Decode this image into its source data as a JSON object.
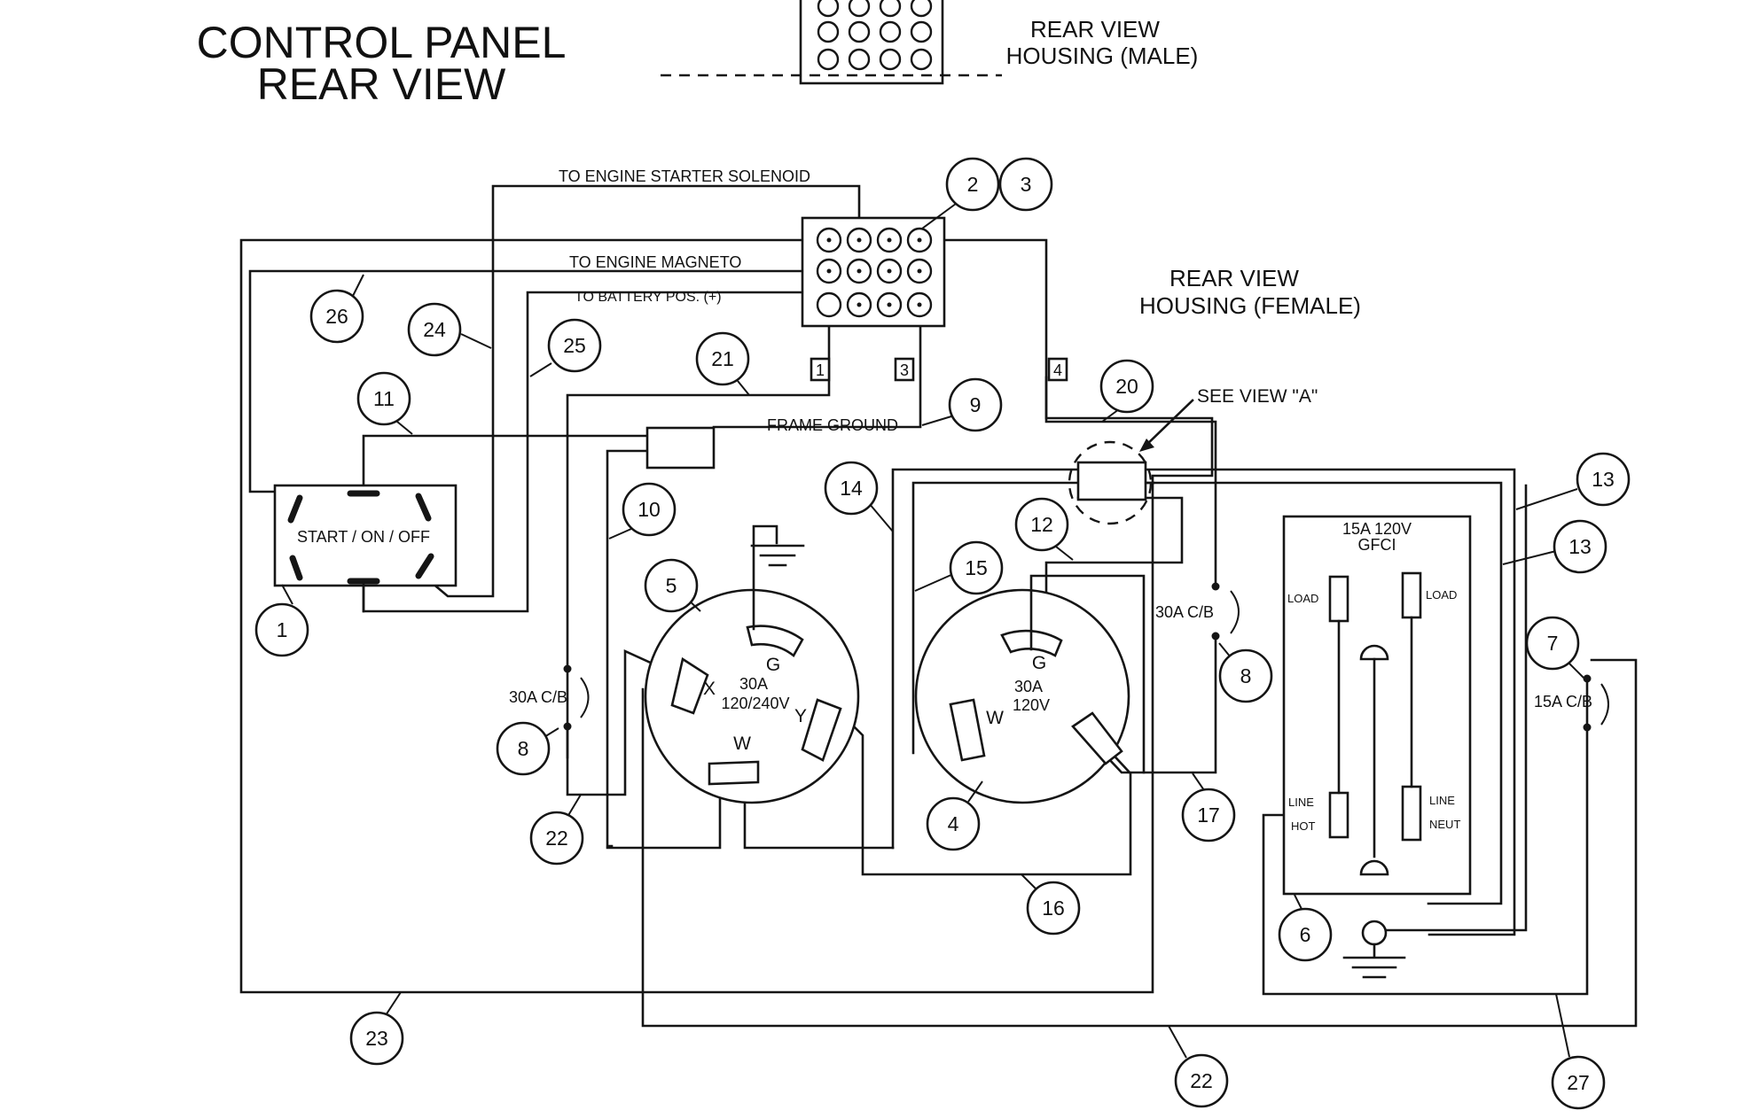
{
  "title": {
    "line1": "CONTROL PANEL",
    "line2": "REAR VIEW"
  },
  "housing_male_label": {
    "line1": "REAR VIEW",
    "line2": "HOUSING (MALE)"
  },
  "housing_female_label": {
    "line1": "REAR VIEW",
    "line2": "HOUSING (FEMALE)"
  },
  "wire_labels": {
    "starter": "TO ENGINE STARTER SOLENOID",
    "magneto": "TO ENGINE MAGNETO",
    "battery": "TO BATTERY POS. (+)",
    "frame_ground": "FRAME GROUND",
    "see_view": "SEE VIEW \"A\""
  },
  "switch_label": "START / ON / OFF",
  "breakers": {
    "left": "30A C/B",
    "right": "30A C/B",
    "gfci_side": "15A C/B"
  },
  "receptacle_left": {
    "rating": "30A",
    "voltage": "120/240V",
    "G": "G",
    "X": "X",
    "Y": "Y",
    "W": "W"
  },
  "receptacle_right": {
    "rating": "30A",
    "voltage": "120V",
    "G": "G",
    "W": "W"
  },
  "gfci": {
    "title1": "15A 120V",
    "title2": "GFCI",
    "load_left": "LOAD",
    "load_right": "LOAD",
    "line_left": "LINE",
    "hot": "HOT",
    "line_right": "LINE",
    "neut": "NEUT"
  },
  "pin_tags": [
    "1",
    "3",
    "4"
  ],
  "callouts": [
    "2",
    "3",
    "26",
    "24",
    "25",
    "21",
    "11",
    "9",
    "20",
    "1",
    "10",
    "14",
    "15",
    "12",
    "13",
    "13",
    "5",
    "8",
    "8",
    "7",
    "22",
    "4",
    "17",
    "16",
    "6",
    "23",
    "22",
    "27"
  ]
}
